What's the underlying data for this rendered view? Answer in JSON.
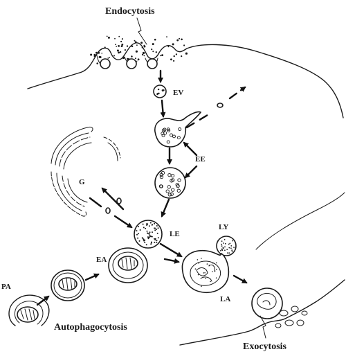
{
  "labels": {
    "endocytosis": "Endocytosis",
    "ev": "EV",
    "ee": "EE",
    "g": "G",
    "le": "LE",
    "ly": "LY",
    "ea": "EA",
    "pa": "PA",
    "la": "LA",
    "autophagocytosis": "Autophagocytosis",
    "exocytosis": "Exocytosis"
  }
}
